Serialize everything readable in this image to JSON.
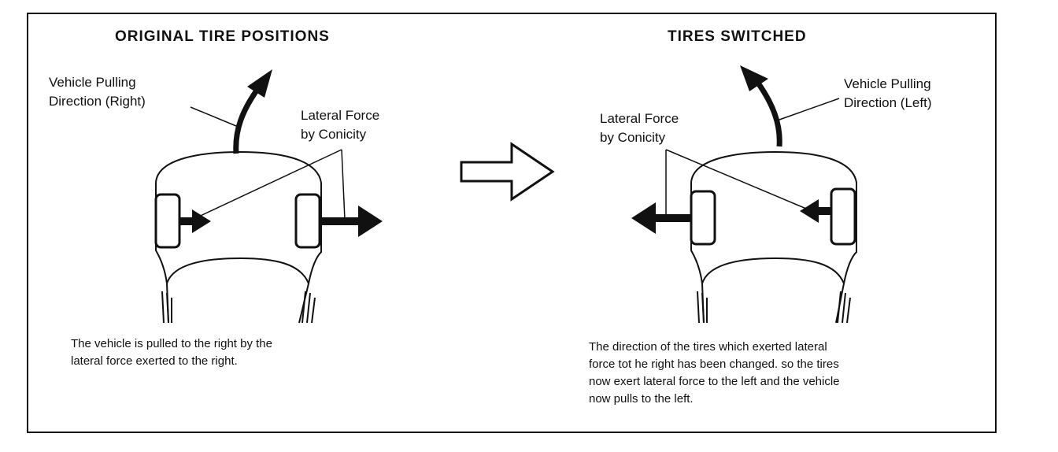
{
  "left_panel": {
    "title": "ORIGINAL TIRE POSITIONS",
    "pull_label_line1": "Vehicle Pulling",
    "pull_label_line2": "Direction (Right)",
    "force_label_line1": "Lateral Force",
    "force_label_line2": "by Conicity",
    "caption_lines": [
      "The vehicle is pulled to the right by the",
      "lateral force exerted to the right."
    ]
  },
  "right_panel": {
    "title": "TIRES SWITCHED",
    "pull_label_line1": "Vehicle Pulling",
    "pull_label_line2": "Direction (Left)",
    "force_label_line1": "Lateral Force",
    "force_label_line2": "by Conicity",
    "caption_lines": [
      "The direction of the tires which exerted lateral",
      "force tot he right has been changed. so the tires",
      "now exert lateral force to the left and the vehicle",
      "now pulls to the left."
    ]
  },
  "colors": {
    "ink": "#111111",
    "background": "#ffffff"
  },
  "icons": [
    "switch-arrow-icon"
  ]
}
